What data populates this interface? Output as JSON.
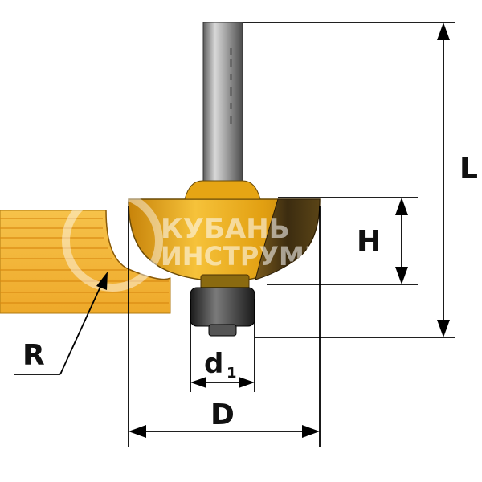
{
  "labels": {
    "length": "L",
    "height": "H",
    "radius": "R",
    "bearing_diameter_main": "d",
    "bearing_diameter_sub": "1",
    "diameter": "D"
  },
  "watermark": {
    "line1": "КУБАНЬ",
    "line2": "ИНСТРУМЕНТ"
  },
  "colors": {
    "wood": "#f2b431",
    "wood_grain": "#d98a12",
    "cutter_body": "#e8a514",
    "shank": "#9a9a9a",
    "carbide": "#4a3a1a",
    "bearing": "#2a2a2a",
    "line": "#000000"
  }
}
